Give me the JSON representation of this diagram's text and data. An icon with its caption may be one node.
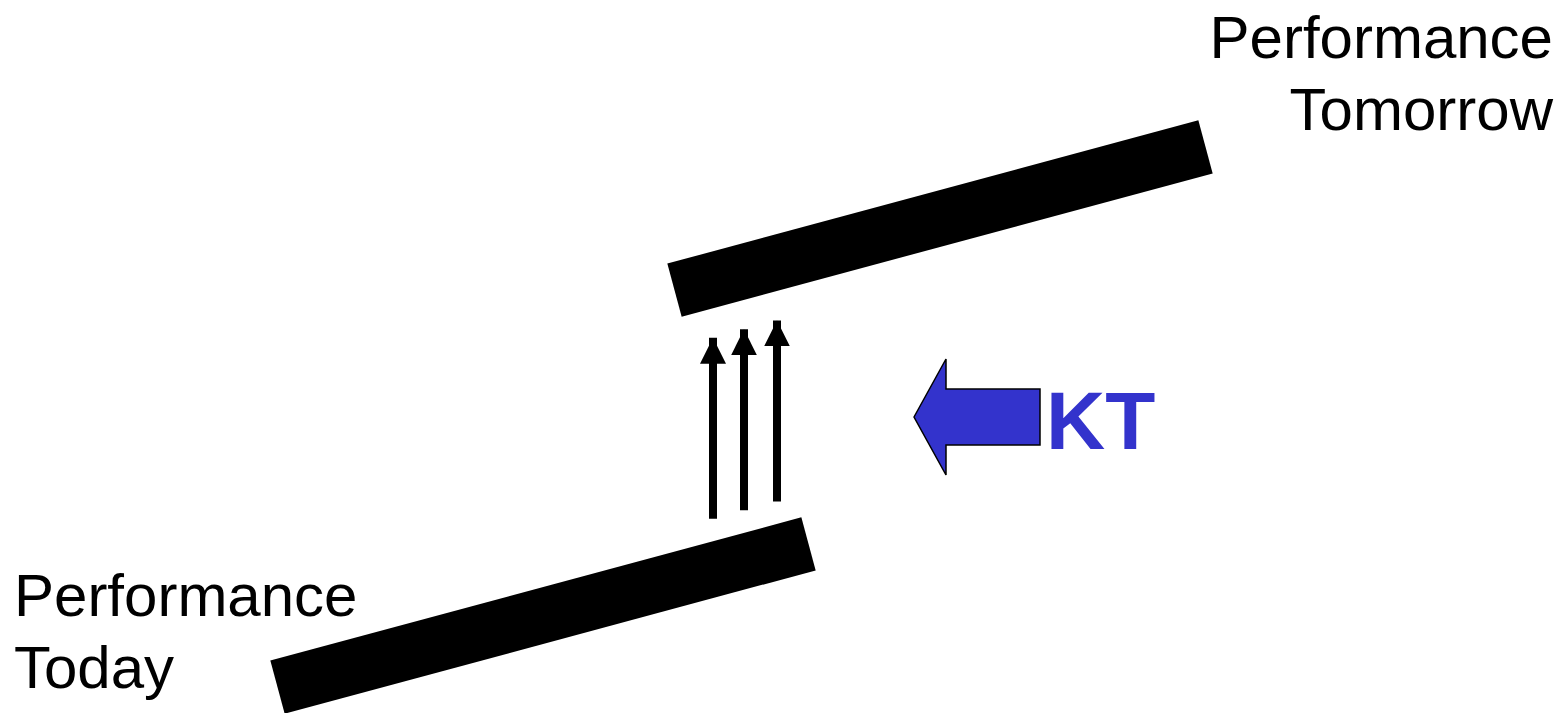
{
  "diagram": {
    "nodes": [
      {
        "text": [],
        "shape": "bar",
        "beside": [
          "Performance Today"
        ]
      },
      {
        "text": [],
        "shape": "bar",
        "beside": [
          "Performance Tomorrow"
        ]
      },
      {
        "text": [
          "KT"
        ]
      }
    ],
    "edges": [
      {
        "from": 0,
        "to": 1,
        "arrow": "to"
      },
      {
        "from": 0,
        "to": 1,
        "arrow": "to"
      },
      {
        "from": 0,
        "to": 1,
        "arrow": "to"
      },
      {
        "from": 2,
        "to": null,
        "arrow": "to",
        "style": "thick",
        "color": "#3333cc"
      }
    ]
  }
}
